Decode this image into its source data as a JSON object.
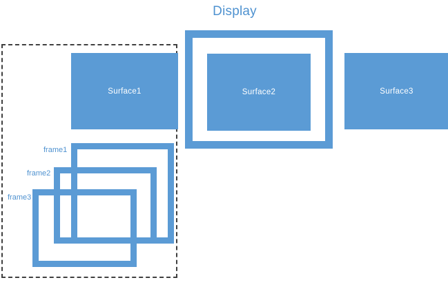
{
  "diagram": {
    "title": "Display",
    "title_color": "#4F92D0",
    "accent_color": "#5B9BD5",
    "dashed_border_color": "#3F3F3F",
    "surfaces": [
      {
        "id": "surface1",
        "label": "Surface1"
      },
      {
        "id": "surface2",
        "label": "Surface2"
      },
      {
        "id": "surface3",
        "label": "Surface3"
      }
    ],
    "frames": [
      {
        "id": "frame1",
        "label": "frame1"
      },
      {
        "id": "frame2",
        "label": "frame2"
      },
      {
        "id": "frame3",
        "label": "frame3"
      }
    ]
  }
}
